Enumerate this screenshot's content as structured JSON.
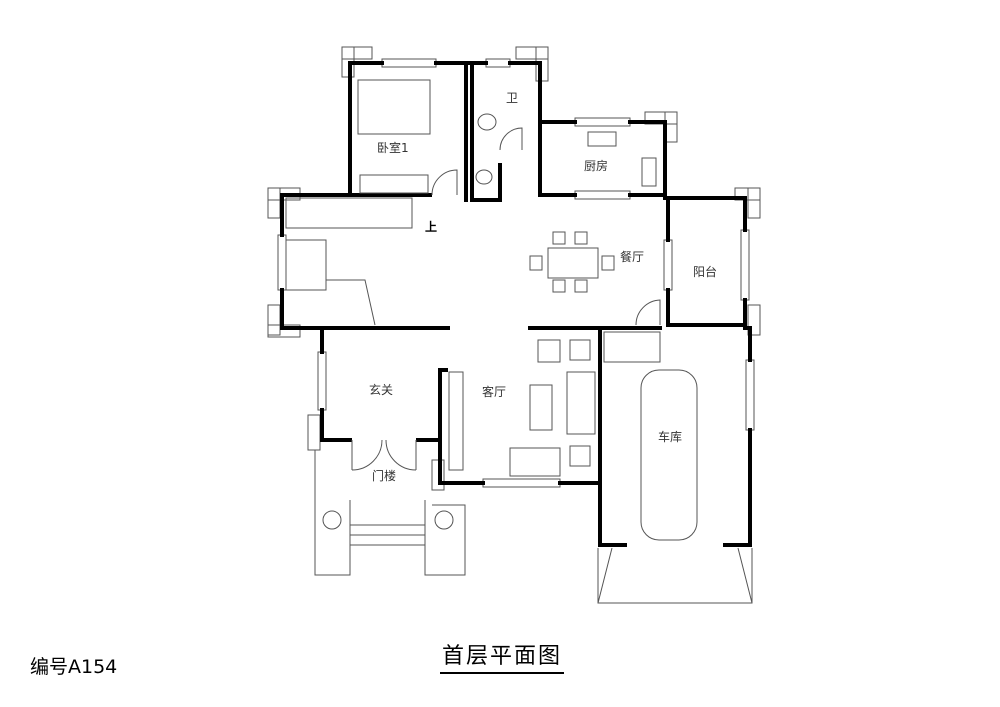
{
  "plan": {
    "rooms": {
      "bedroom": "卧室1",
      "bath": "卫",
      "kitchen": "厨房",
      "dining": "餐厅",
      "balcony": "阳台",
      "living": "客厅",
      "foyer": "玄关",
      "porch": "门楼",
      "garage": "车库",
      "stair_up": "上"
    }
  },
  "title": "首层平面图",
  "code": "编号A154"
}
